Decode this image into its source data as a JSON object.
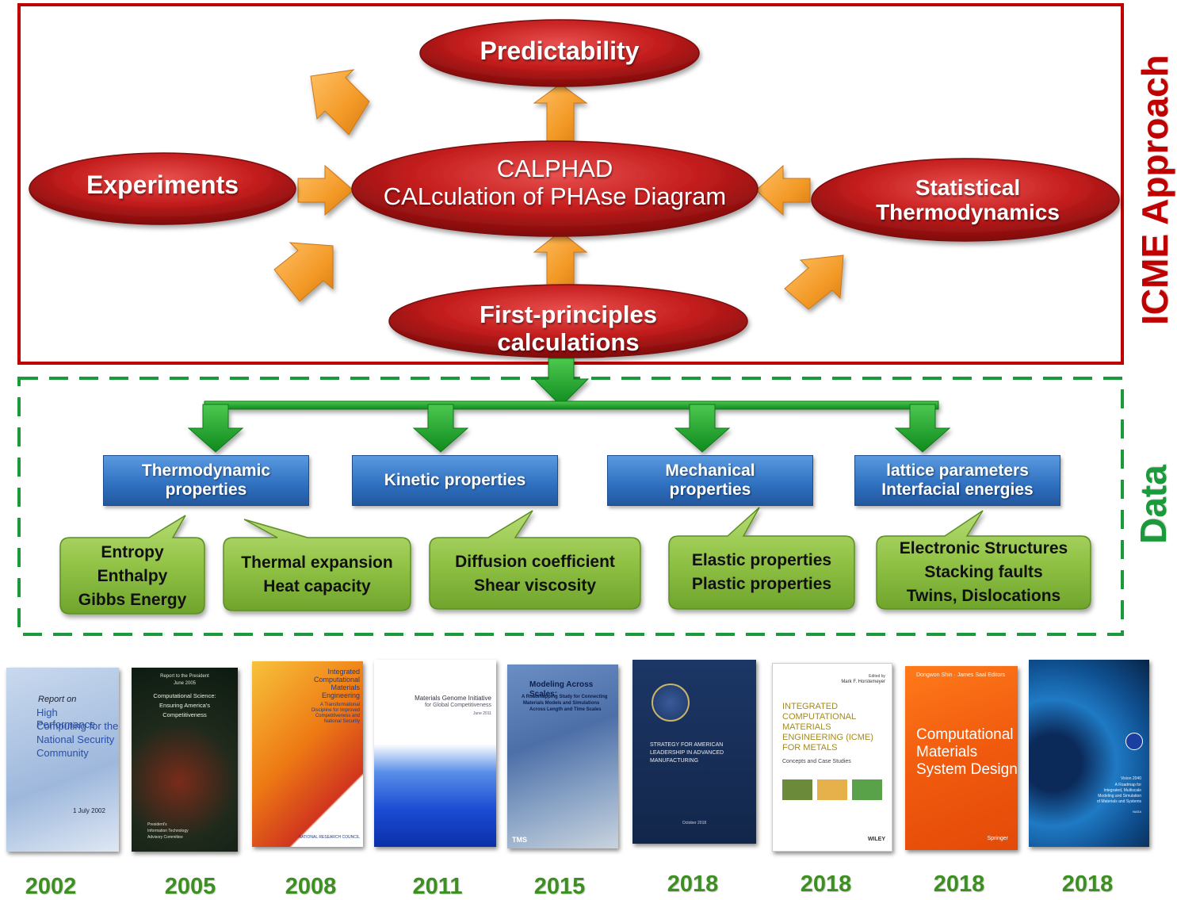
{
  "icme": {
    "side_label": "ICME Approach",
    "color": "#c00000",
    "nodes": {
      "predictability": "Predictability",
      "experiments": "Experiments",
      "calphad_line1": "CALPHAD",
      "calphad_line2": "CALculation of PHAse Diagram",
      "statistical_line1": "Statistical",
      "statistical_line2": "Thermodynamics",
      "firstprinciples_line1": "First-principles",
      "firstprinciples_line2": "calculations"
    }
  },
  "data_section": {
    "side_label": "Data",
    "color": "#1a9a3a",
    "categories": [
      {
        "line1": "Thermodynamic",
        "line2": "properties"
      },
      {
        "line1": "Kinetic properties",
        "line2": ""
      },
      {
        "line1": "Mechanical",
        "line2": "properties"
      },
      {
        "line1": "lattice parameters",
        "line2": "Interfacial energies"
      }
    ],
    "details": [
      {
        "lines": [
          "Entropy",
          "Enthalpy",
          "Gibbs Energy"
        ]
      },
      {
        "lines": [
          "Thermal expansion",
          "Heat capacity"
        ]
      },
      {
        "lines": [
          "Diffusion coefficient",
          "Shear viscosity"
        ]
      },
      {
        "lines": [
          "Elastic properties",
          "Plastic properties"
        ]
      },
      {
        "lines": [
          "Electronic Structures",
          "Stacking faults",
          "Twins, Dislocations"
        ]
      }
    ]
  },
  "books": [
    {
      "year": "2002",
      "text": [
        "Report on",
        "High Performance",
        "Computing for the",
        "National Security",
        "Community",
        "1 July 2002"
      ]
    },
    {
      "year": "2005",
      "text": [
        "Report to the President",
        "June 2005",
        "Computational Science:",
        "Ensuring America's",
        "Competitiveness",
        "President's",
        "Information Technology",
        "Advisory Committee"
      ]
    },
    {
      "year": "2008",
      "text": [
        "Integrated",
        "Computational",
        "Materials",
        "Engineering",
        "A Transformational",
        "Discipline for Improved",
        "Competitiveness and",
        "National Security",
        "NATIONAL RESEARCH COUNCIL"
      ]
    },
    {
      "year": "2011",
      "text": [
        "Materials Genome Initiative",
        "for Global Competitiveness",
        "June 2011"
      ]
    },
    {
      "year": "2015",
      "text": [
        "Modeling Across Scales:",
        "A Roadmapping Study for Connecting",
        "Materials Models and Simulations",
        "Across Length and Time Scales",
        "TMS"
      ]
    },
    {
      "year": "2018",
      "text": [
        "STRATEGY FOR AMERICAN",
        "LEADERSHIP IN ADVANCED",
        "MANUFACTURING",
        "October 2018"
      ]
    },
    {
      "year": "2018",
      "text": [
        "Edited by",
        "Mark F. Horstemeyer",
        "INTEGRATED",
        "COMPUTATIONAL",
        "MATERIALS",
        "ENGINEERING (ICME)",
        "FOR METALS",
        "Concepts and Case Studies",
        "WILEY"
      ]
    },
    {
      "year": "2018",
      "text": [
        "Dongwon Shin · James Saal  Editors",
        "Computational",
        "Materials",
        "System Design",
        "Springer"
      ]
    },
    {
      "year": "2018",
      "text": [
        "Vision 2040",
        "A Roadmap for",
        "Integrated, Multiscale",
        "Modeling and Simulation",
        "of Materials and Systems",
        "NASA"
      ]
    }
  ]
}
